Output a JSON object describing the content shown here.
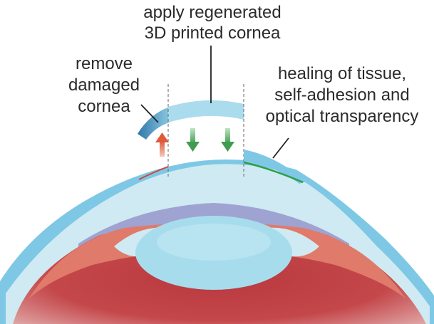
{
  "labels": {
    "apply": {
      "line1": "apply regenerated",
      "line2": "3D printed cornea"
    },
    "remove": {
      "line1": "remove",
      "line2": "damaged",
      "line3": "cornea"
    },
    "healing": {
      "line1": "healing of tissue,",
      "line2": "self-adhesion and",
      "line3": "optical transparency"
    }
  },
  "colors": {
    "sclera": "#7ec8e6",
    "cornea": "#cfeaf2",
    "iris": "#e07a6a",
    "lens": "#a7dcec",
    "aqueous": "#9fa3d2",
    "interior": "#c0454a",
    "damaged_cornea": "#2f78a8",
    "new_cornea": "#aadcee",
    "healing_line": "#2e9e4a",
    "damage_line": "#d0453a",
    "arrow_up": "#e05a3a",
    "arrow_down": "#3f9d4f"
  }
}
